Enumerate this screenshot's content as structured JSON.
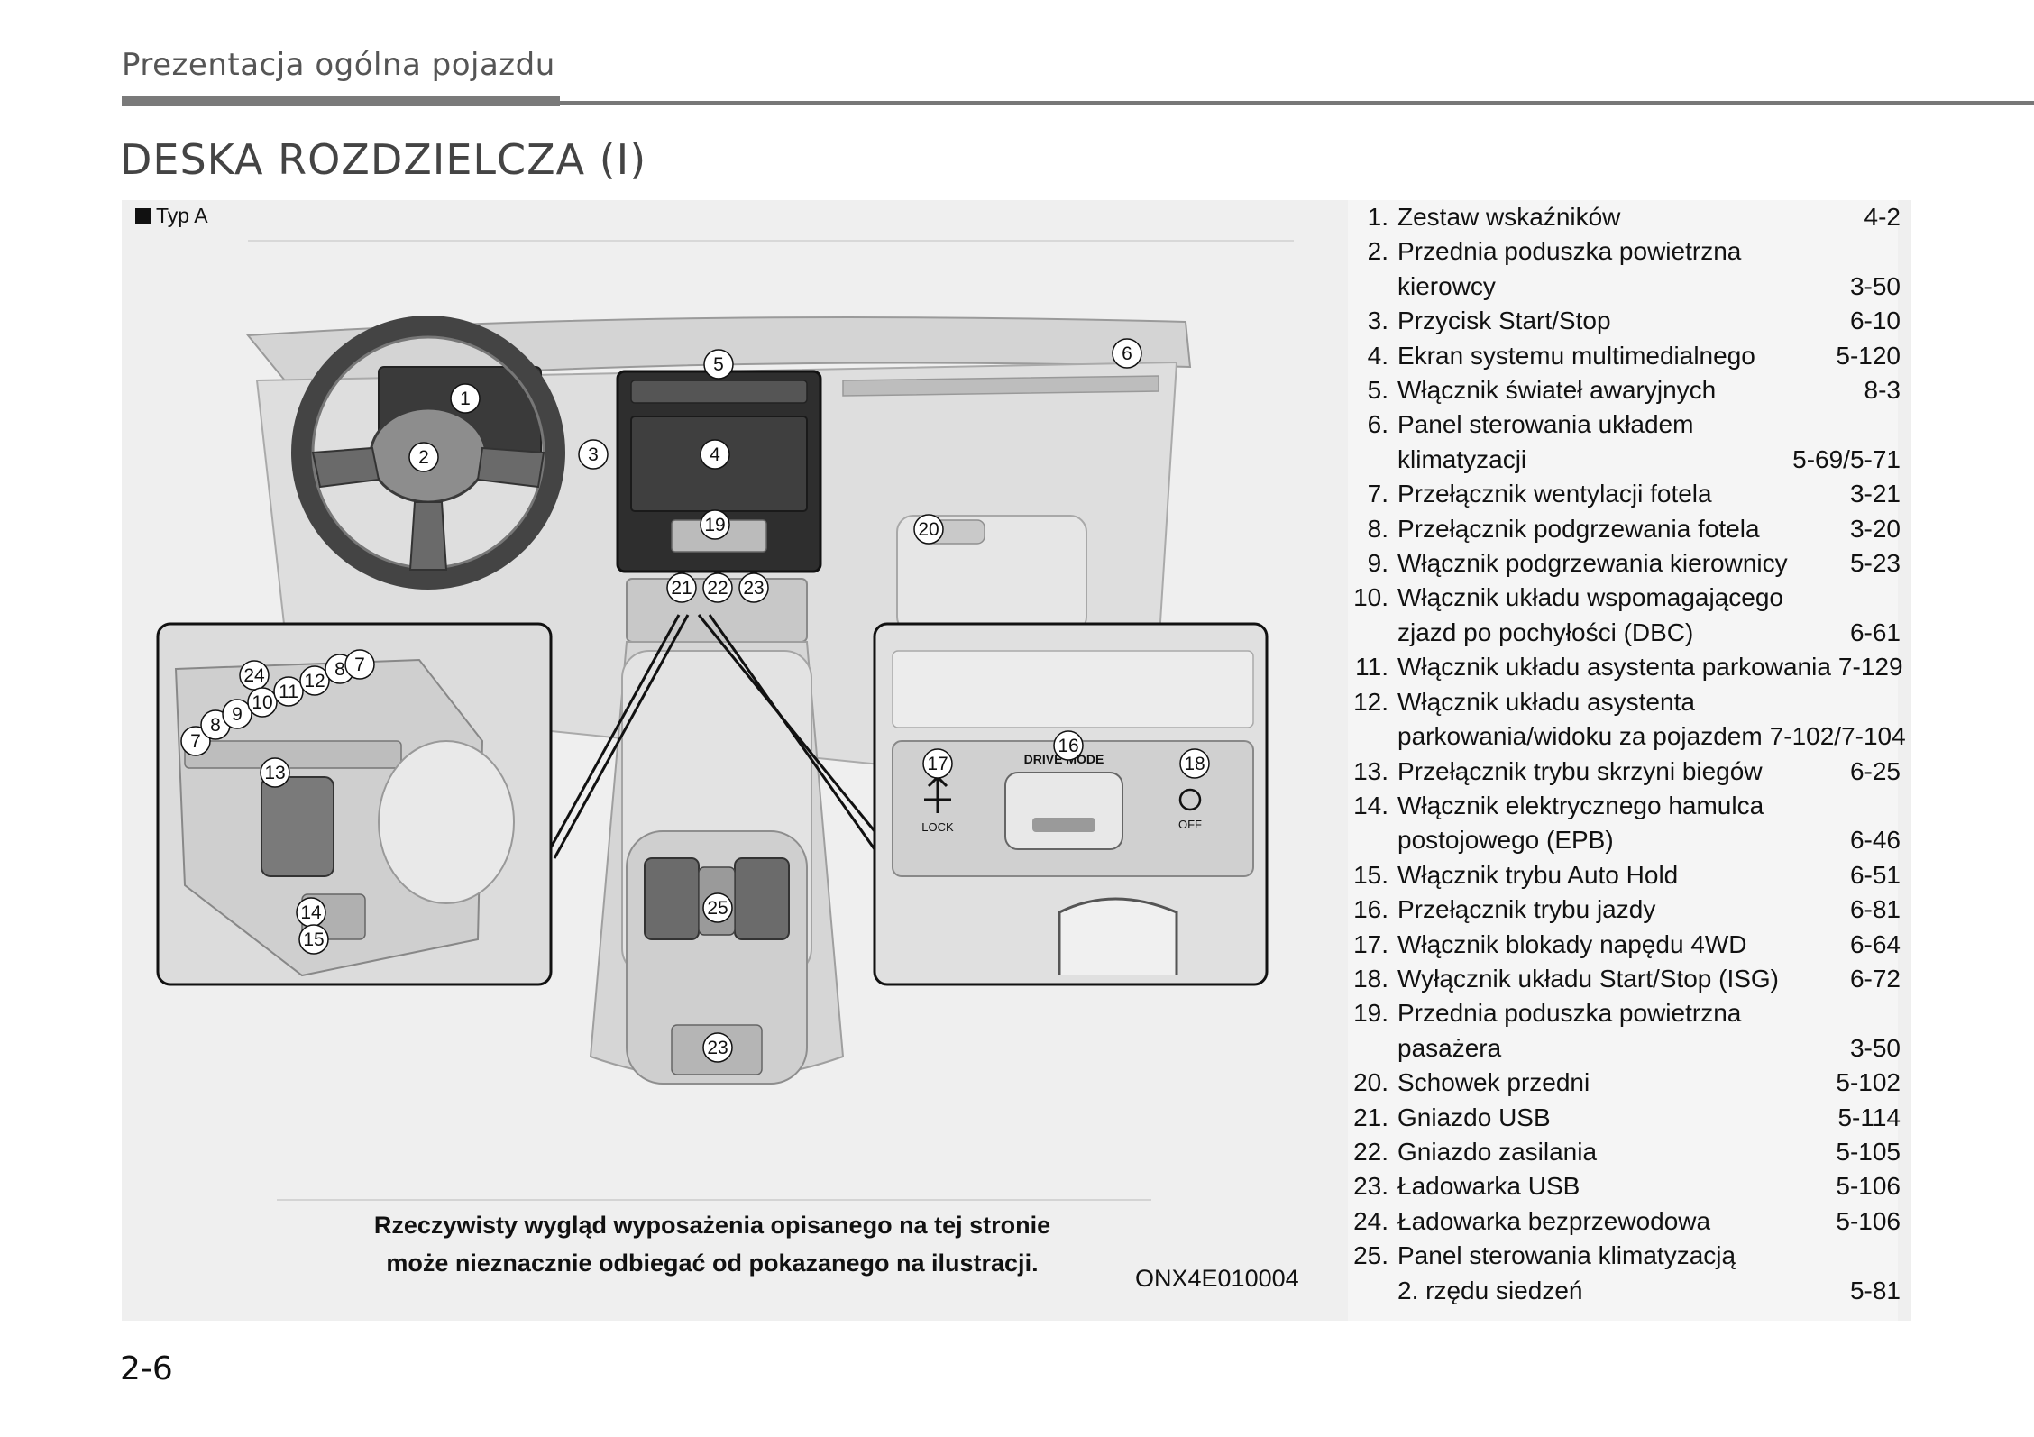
{
  "header": {
    "section": "Prezentacja ogólna pojazdu"
  },
  "title": "DESKA ROZDZIELCZA (I)",
  "figure": {
    "type_label": "Typ A",
    "caption_line1": "Rzeczywisty wygląd wyposażenia opisanego na tej stronie",
    "caption_line2": "może nieznacznie odbiegać od pokazanego na ilustracji.",
    "figure_id": "ONX4E010004",
    "text_drive_mode": "DRIVE MODE",
    "text_lock": "LOCK",
    "text_off": "OFF"
  },
  "legend": [
    {
      "num": "1.",
      "text": "Zestaw wskaźników",
      "page": "4-2"
    },
    {
      "num": "2.",
      "text": "Przednia poduszka powietrzna",
      "page": ""
    },
    {
      "num": "",
      "text": "kierowcy",
      "page": "3-50"
    },
    {
      "num": "3.",
      "text": "Przycisk Start/Stop",
      "page": "6-10"
    },
    {
      "num": "4.",
      "text": "Ekran systemu multimedialnego",
      "page": "5-120"
    },
    {
      "num": "5.",
      "text": "Włącznik świateł awaryjnych",
      "page": "8-3"
    },
    {
      "num": "6.",
      "text": "Panel sterowania układem",
      "page": ""
    },
    {
      "num": "",
      "text": "klimatyzacji",
      "page": "5-69/5-71"
    },
    {
      "num": "7.",
      "text": "Przełącznik wentylacji fotela",
      "page": "3-21"
    },
    {
      "num": "8.",
      "text": "Przełącznik podgrzewania fotela",
      "page": "3-20"
    },
    {
      "num": "9.",
      "text": "Włącznik podgrzewania kierownicy",
      "page": "5-23"
    },
    {
      "num": "10.",
      "text": "Włącznik układu wspomagającego",
      "page": ""
    },
    {
      "num": "",
      "text": "zjazd po pochyłości (DBC)",
      "page": "6-61"
    },
    {
      "num": "11.",
      "text": "Włącznik układu asystenta parkowania",
      "page": "7-129"
    },
    {
      "num": "12.",
      "text": "Włącznik układu asystenta",
      "page": ""
    },
    {
      "num": "",
      "text": "parkowania/widoku za pojazdem",
      "page": "7-102/7-104"
    },
    {
      "num": "13.",
      "text": "Przełącznik trybu skrzyni biegów",
      "page": "6-25"
    },
    {
      "num": "14.",
      "text": "Włącznik elektrycznego hamulca",
      "page": ""
    },
    {
      "num": "",
      "text": "postojowego (EPB)",
      "page": "6-46"
    },
    {
      "num": "15.",
      "text": "Włącznik trybu Auto Hold",
      "page": "6-51"
    },
    {
      "num": "16.",
      "text": "Przełącznik trybu jazdy",
      "page": "6-81"
    },
    {
      "num": "17.",
      "text": "Włącznik blokady napędu 4WD",
      "page": "6-64"
    },
    {
      "num": "18.",
      "text": "Wyłącznik układu Start/Stop (ISG)",
      "page": "6-72"
    },
    {
      "num": "19.",
      "text": "Przednia poduszka powietrzna",
      "page": ""
    },
    {
      "num": "",
      "text": "pasażera",
      "page": "3-50"
    },
    {
      "num": "20.",
      "text": "Schowek przedni",
      "page": "5-102"
    },
    {
      "num": "21.",
      "text": "Gniazdo USB",
      "page": "5-114"
    },
    {
      "num": "22.",
      "text": "Gniazdo zasilania",
      "page": "5-105"
    },
    {
      "num": "23.",
      "text": "Ładowarka USB",
      "page": "5-106"
    },
    {
      "num": "24.",
      "text": "Ładowarka bezprzewodowa",
      "page": "5-106"
    },
    {
      "num": "25.",
      "text": "Panel sterowania klimatyzacją",
      "page": ""
    },
    {
      "num": "",
      "text": "2. rzędu siedzeń",
      "page": "5-81"
    }
  ],
  "callouts": [
    {
      "label": "1"
    },
    {
      "label": "2"
    },
    {
      "label": "3"
    },
    {
      "label": "4"
    },
    {
      "label": "5"
    },
    {
      "label": "6"
    },
    {
      "label": "19"
    },
    {
      "label": "20"
    },
    {
      "label": "21"
    },
    {
      "label": "22"
    },
    {
      "label": "23"
    },
    {
      "label": "25"
    },
    {
      "label": "23"
    },
    {
      "label": "24"
    },
    {
      "label": "7"
    },
    {
      "label": "8"
    },
    {
      "label": "9"
    },
    {
      "label": "10"
    },
    {
      "label": "11"
    },
    {
      "label": "12"
    },
    {
      "label": "8"
    },
    {
      "label": "7"
    },
    {
      "label": "13"
    },
    {
      "label": "14"
    },
    {
      "label": "15"
    },
    {
      "label": "17"
    },
    {
      "label": "16"
    },
    {
      "label": "18"
    }
  ],
  "page_number": "2-6"
}
